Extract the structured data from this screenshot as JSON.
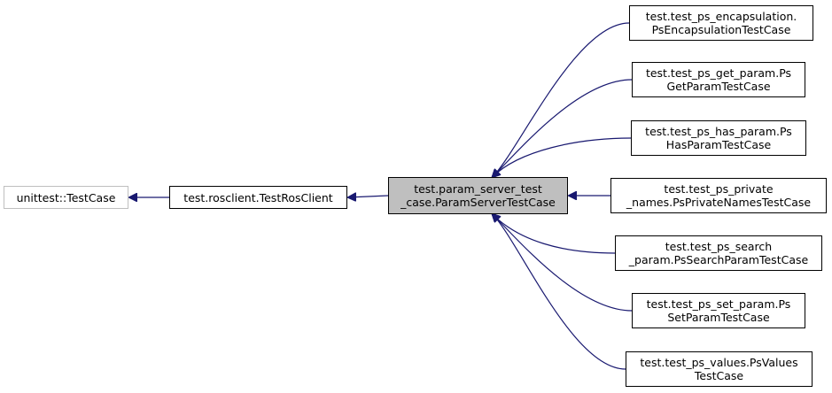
{
  "colors": {
    "edge": "#191970",
    "focus_fill": "#bfbfbf",
    "external_border": "#bfbfbf"
  },
  "nodes": {
    "unittest_testcase": {
      "lines": [
        "unittest::TestCase"
      ]
    },
    "testrosclient": {
      "lines": [
        "test.rosclient.TestRosClient"
      ]
    },
    "paramservertestcase": {
      "lines": [
        "test.param_server_test",
        "_case.ParamServerTestCase"
      ]
    },
    "encapsulation": {
      "lines": [
        "test.test_ps_encapsulation.",
        "PsEncapsulationTestCase"
      ]
    },
    "get_param": {
      "lines": [
        "test.test_ps_get_param.Ps",
        "GetParamTestCase"
      ]
    },
    "has_param": {
      "lines": [
        "test.test_ps_has_param.Ps",
        "HasParamTestCase"
      ]
    },
    "private_names": {
      "lines": [
        "test.test_ps_private",
        "_names.PsPrivateNamesTestCase"
      ]
    },
    "search_param": {
      "lines": [
        "test.test_ps_search",
        "_param.PsSearchParamTestCase"
      ]
    },
    "set_param": {
      "lines": [
        "test.test_ps_set_param.Ps",
        "SetParamTestCase"
      ]
    },
    "values": {
      "lines": [
        "test.test_ps_values.PsValues",
        "TestCase"
      ]
    }
  },
  "edges": [
    {
      "from": "testrosclient",
      "to": "unittest_testcase"
    },
    {
      "from": "paramservertestcase",
      "to": "testrosclient"
    },
    {
      "from": "encapsulation",
      "to": "paramservertestcase"
    },
    {
      "from": "get_param",
      "to": "paramservertestcase"
    },
    {
      "from": "has_param",
      "to": "paramservertestcase"
    },
    {
      "from": "private_names",
      "to": "paramservertestcase"
    },
    {
      "from": "search_param",
      "to": "paramservertestcase"
    },
    {
      "from": "set_param",
      "to": "paramservertestcase"
    },
    {
      "from": "values",
      "to": "paramservertestcase"
    }
  ]
}
